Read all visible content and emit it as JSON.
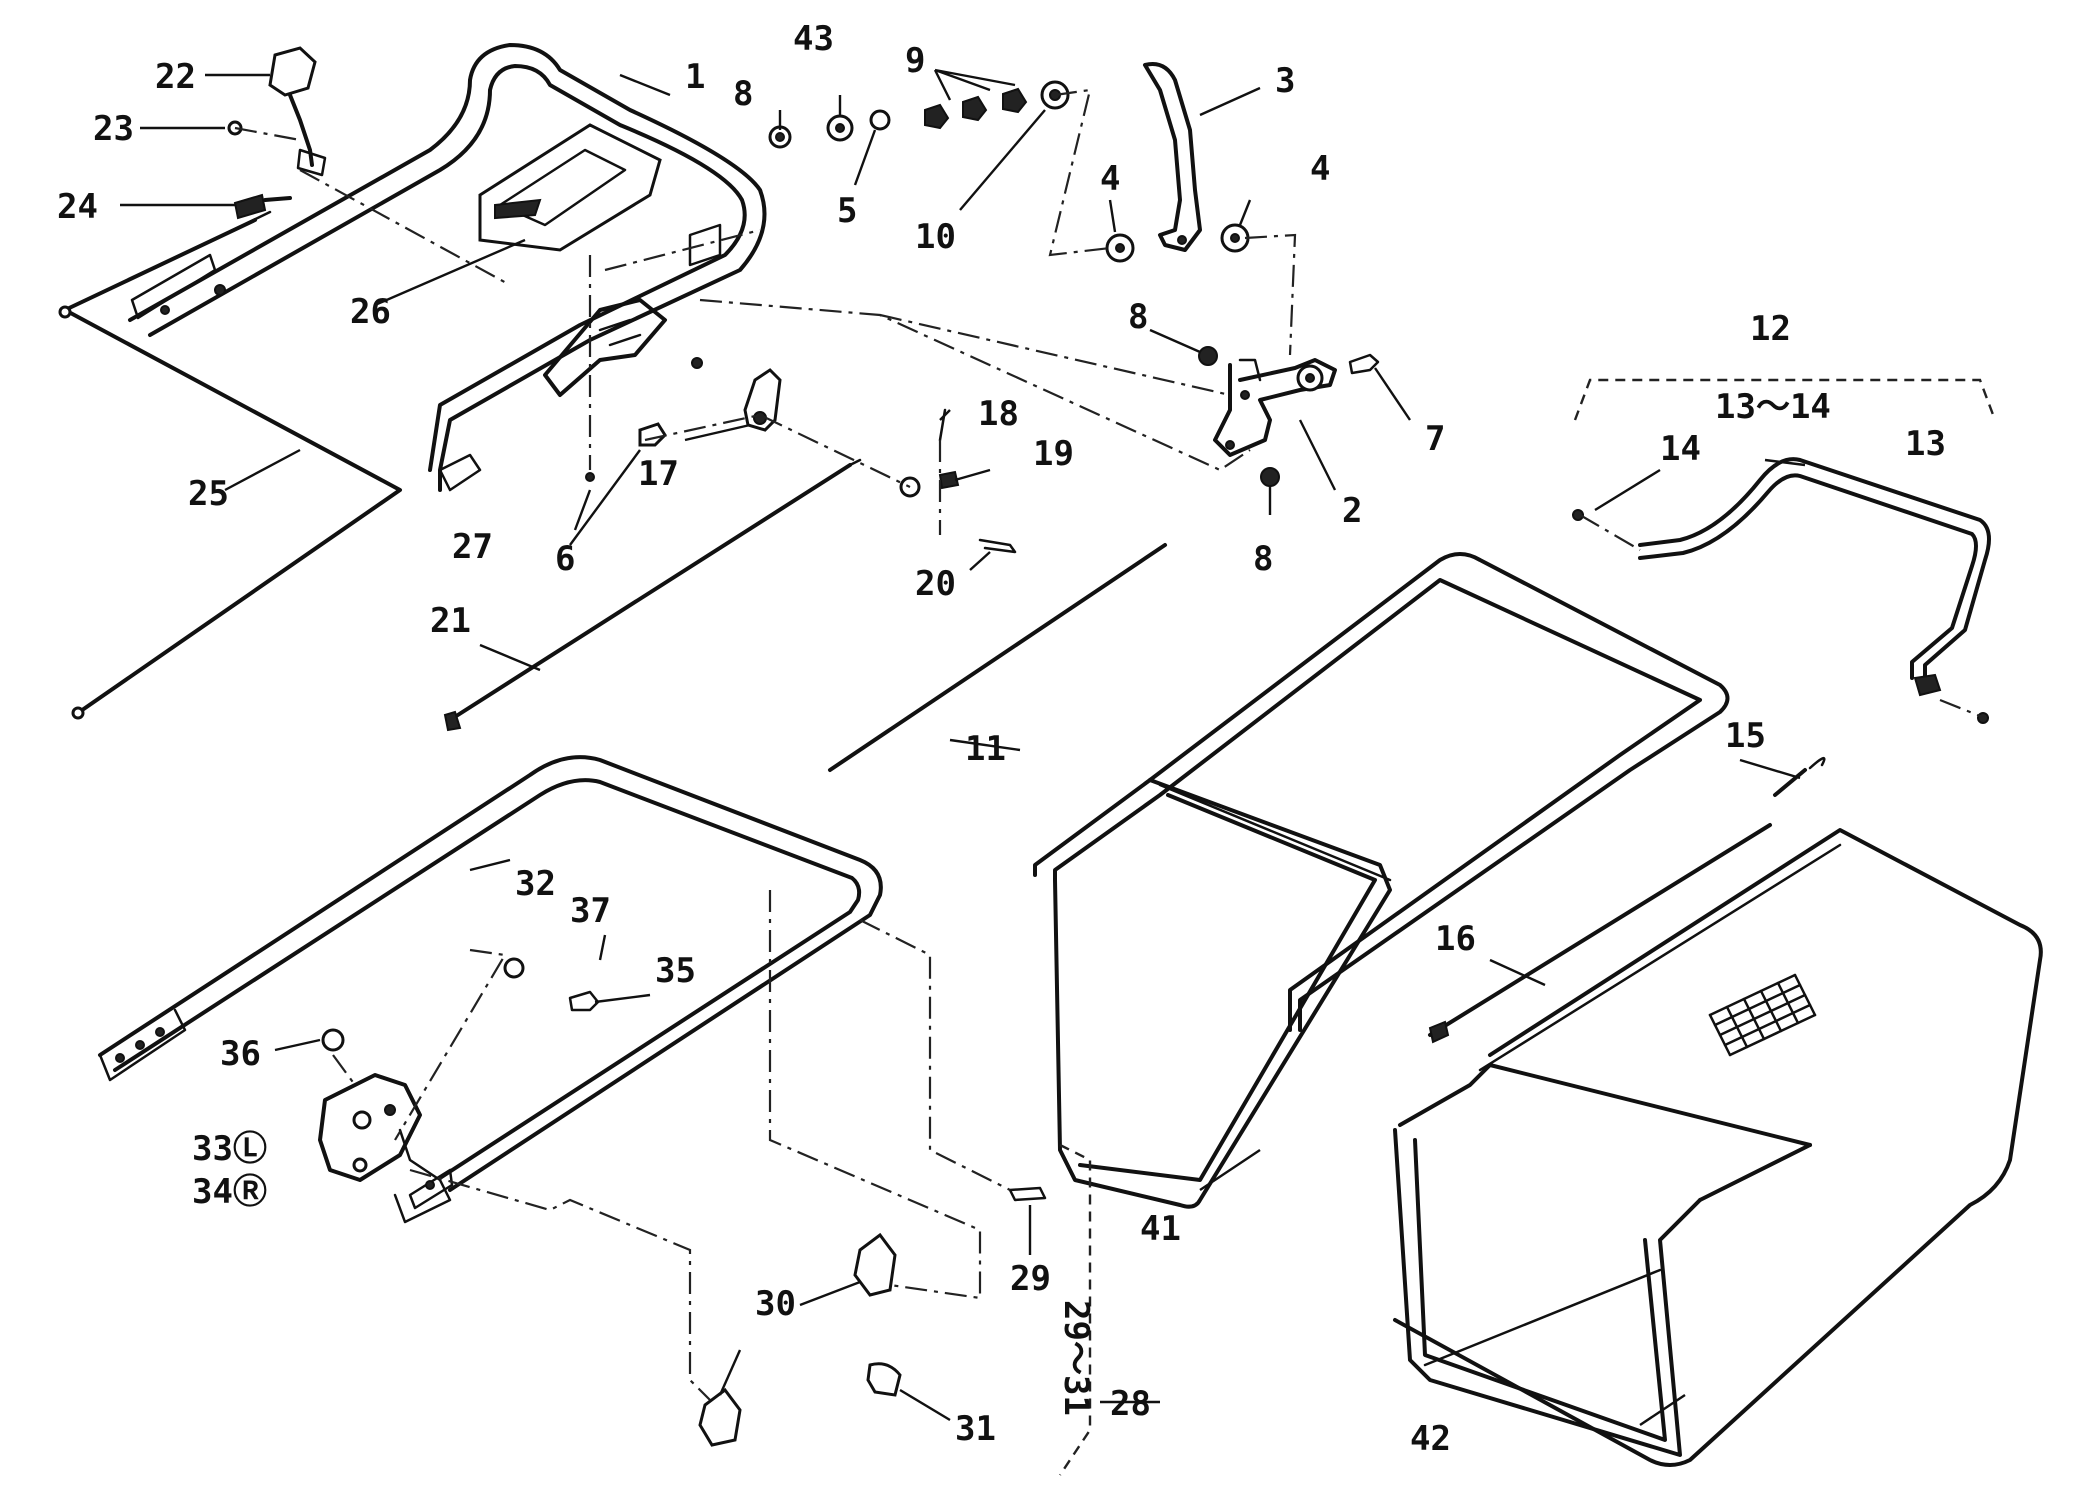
{
  "labels": {
    "p1": "1",
    "p2": "2",
    "p3": "3",
    "p4a": "4",
    "p4b": "4",
    "p5": "5",
    "p6": "6",
    "p7": "7",
    "p8a": "8",
    "p8b": "8",
    "p8c": "8",
    "p9": "9",
    "p10": "10",
    "p11": "11",
    "p12": "12",
    "p13a": "13",
    "p13_14": "13～14",
    "p14": "14",
    "p15": "15",
    "p16": "16",
    "p17": "17",
    "p18": "18",
    "p19": "19",
    "p20": "20",
    "p21": "21",
    "p22": "22",
    "p23": "23",
    "p24": "24",
    "p25": "25",
    "p26": "26",
    "p27": "27",
    "p28": "28",
    "p29": "29",
    "p29_31": "29～31",
    "p30": "30",
    "p31": "31",
    "p32": "32",
    "p33": "33Ⓛ",
    "p34": "34Ⓡ",
    "p35": "35",
    "p36": "36",
    "p37": "37",
    "p41": "41",
    "p42": "42",
    "p43": "43"
  }
}
